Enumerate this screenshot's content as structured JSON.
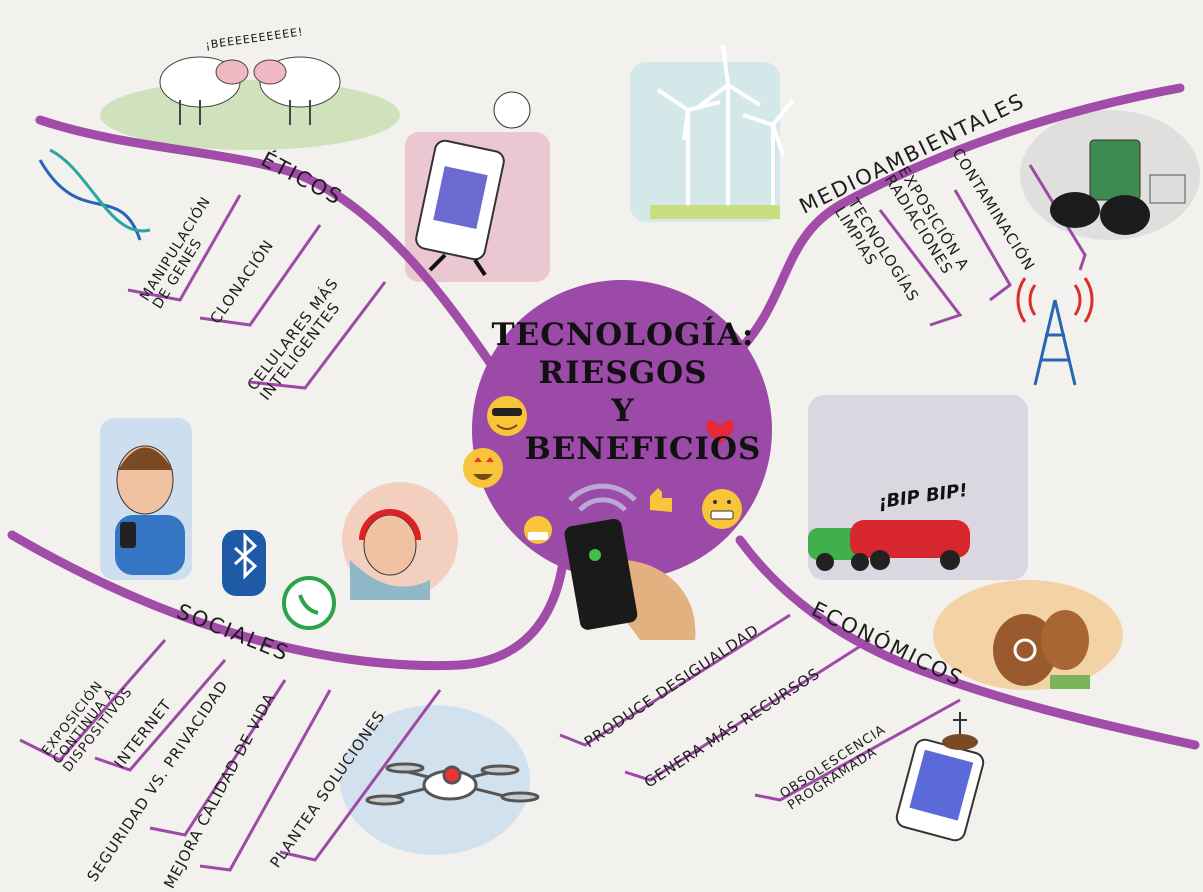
{
  "title": "TECNOLOGÍA: RIESGOS Y BENEFICIOS",
  "title_lines": [
    "TECNOLOGÍA:",
    "RIESGOS",
    "Y",
    "BENEFICIOS"
  ],
  "branches": {
    "eticos": {
      "label": "ÉTICOS",
      "items": [
        "MANIPULACIÓN DE GENES",
        "CLONACIÓN",
        "CELULARES MÁS INTELIGENTES"
      ]
    },
    "medioambientales": {
      "label": "MEDIOAMBIENTALES",
      "items": [
        "CONTAMINACIÓN",
        "EXPOSICIÓN A RADIACIONES",
        "TECNOLOGÍAS LIMPIAS"
      ]
    },
    "sociales": {
      "label": "SOCIALES",
      "items": [
        "EXPOSICIÓN CONTINUA A DISPOSITIVOS",
        "INTERNET",
        "SEGURIDAD VS. PRIVACIDAD",
        "MEJORA CALIDAD DE VIDA",
        "PLANTEA SOLUCIONES"
      ]
    },
    "economicos": {
      "label": "ECONÓMICOS",
      "items": [
        "PRODUCE DESIGUALDAD",
        "GENERA MÁS RECURSOS",
        "OBSOLESCENCIA PROGRAMADA"
      ]
    }
  },
  "illustration_texts": {
    "sheep_speech": "¡BEEEEEEEEEE!",
    "car_horn": "¡BIP BIP!"
  },
  "colors": {
    "center": "#9b4aa8",
    "branch": "#a04ca8",
    "background": "#f3f1ee"
  },
  "icons": [
    "dna-icon",
    "sheep-icon",
    "smartphone-character-icon",
    "wind-turbine-icon",
    "garbage-icon",
    "antenna-icon",
    "person-phone-icon",
    "bluetooth-icon",
    "whatsapp-icon",
    "headphones-girl-icon",
    "cars-icon",
    "money-bags-icon",
    "drone-icon",
    "broken-phone-icon",
    "hand-phone-icon",
    "emoji-icon"
  ]
}
